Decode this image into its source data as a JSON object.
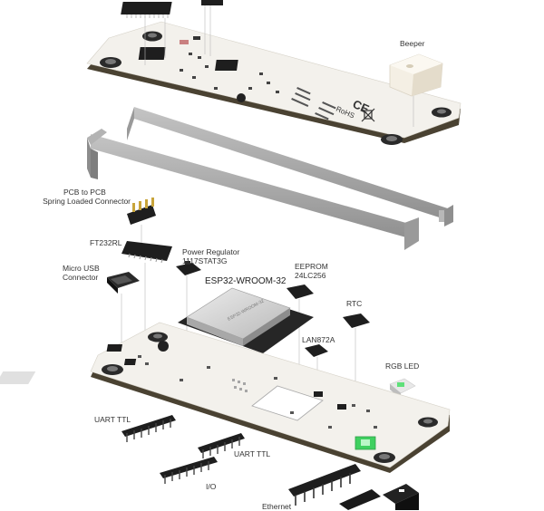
{
  "labels": {
    "beeper": "Beeper",
    "pcb_connector_line1": "PCB to PCB",
    "pcb_connector_line2": "Spring Loaded Connector",
    "ft232rl": "FT232RL",
    "power_regulator_line1": "Power Regulator",
    "power_regulator_line2": "1117STAT3G",
    "eeprom_line1": "EEPROM",
    "eeprom_line2": "24LC256",
    "micro_usb_line1": "Micro USB",
    "micro_usb_line2": "Connector",
    "esp32": "ESP32-WROOM-32",
    "rtc": "RTC",
    "lan872a": "LAN872A",
    "rgb_led": "RGB LED",
    "uart_ttl_left": "UART TTL",
    "uart_ttl_right": "UART TTL",
    "io": "I/O",
    "ethernet": "Ethernet"
  },
  "board_markings": {
    "rohs": "RoHS",
    "ce": "CE"
  },
  "colors": {
    "pcb_white": "#f3f1ec",
    "pcb_edge": "#4a4232",
    "frame_grey": "#a9a9a9",
    "chip_black": "#1e1e1e",
    "module_silver": "#d4d4d4",
    "led_green": "#5fe07a"
  }
}
